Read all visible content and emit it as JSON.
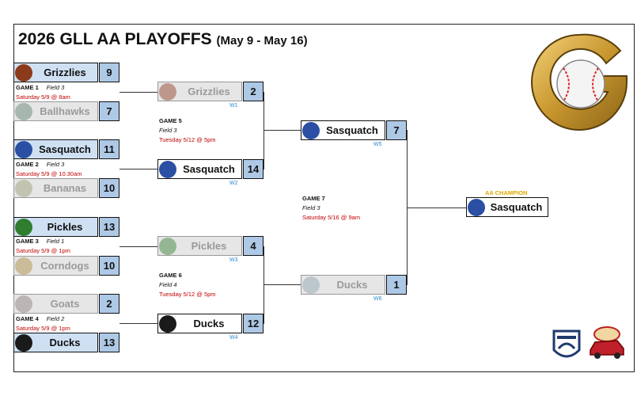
{
  "title": "2026 GLL AA PLAYOFFS",
  "dates": "(May 9 - May 16)",
  "round1": [
    {
      "game": "GAME 1",
      "field": "Field 3",
      "date": "Saturday 5/9 @ 8am",
      "top": {
        "name": "Grizzlies",
        "score": "9",
        "result": "won"
      },
      "bottom": {
        "name": "Ballhawks",
        "score": "7",
        "result": "lost"
      }
    },
    {
      "game": "GAME 2",
      "field": "Field 3",
      "date": "Saturday 5/9 @ 10.30am",
      "top": {
        "name": "Sasquatch",
        "score": "11",
        "result": "won"
      },
      "bottom": {
        "name": "Bananas",
        "score": "10",
        "result": "lost"
      }
    },
    {
      "game": "GAME 3",
      "field": "Field 1",
      "date": "Saturday 5/9 @ 1pm",
      "top": {
        "name": "Pickles",
        "score": "13",
        "result": "won"
      },
      "bottom": {
        "name": "Corndogs",
        "score": "10",
        "result": "lost"
      }
    },
    {
      "game": "GAME 4",
      "field": "Field 2",
      "date": "Saturday 5/9 @ 1pm",
      "top": {
        "name": "Goats",
        "score": "2",
        "result": "lost"
      },
      "bottom": {
        "name": "Ducks",
        "score": "13",
        "result": "won"
      }
    }
  ],
  "round2": [
    {
      "name": "Grizzlies",
      "score": "2",
      "label": "W1",
      "result": "lost"
    },
    {
      "name": "Sasquatch",
      "score": "14",
      "label": "W2",
      "result": "won"
    },
    {
      "name": "Pickles",
      "score": "4",
      "label": "W3",
      "result": "lost"
    },
    {
      "name": "Ducks",
      "score": "12",
      "label": "W4",
      "result": "won"
    }
  ],
  "round2_games": [
    {
      "game": "GAME 5",
      "field": "Field 3",
      "date": "Tuesday 5/12 @ 5pm"
    },
    {
      "game": "GAME 6",
      "field": "Field 4",
      "date": "Tuesday 5/12 @ 5pm"
    }
  ],
  "final": [
    {
      "name": "Sasquatch",
      "score": "7",
      "label": "W5",
      "result": "won"
    },
    {
      "name": "Ducks",
      "score": "1",
      "label": "W6",
      "result": "lost"
    }
  ],
  "final_game": {
    "game": "GAME 7",
    "field": "Field 3",
    "date": "Saturday 5/16 @ 9am"
  },
  "champion": {
    "label": "AA CHAMPION",
    "name": "Sasquatch"
  },
  "colors": {
    "score_bg": "#aec9e6",
    "date_red": "#c00000",
    "w_label_blue": "#2a8ad0",
    "champ_gold": "#e0a800"
  }
}
